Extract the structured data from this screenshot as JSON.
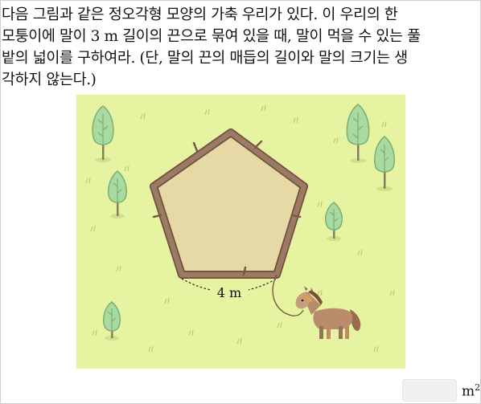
{
  "question": {
    "lines": [
      "다음 그림과 같은 정오각형 모양의 가축 우리가 있다. 이 우리의 한",
      "모퉁이에 말이 3 m 길이의 끈으로 묶여 있을 때, 말이 먹을 수 있는 풀",
      "밭의 넓이를 구하여라. (단, 말의 끈의 매듭의 길이와 말의 크기는 생",
      "각하지 않는다.)"
    ]
  },
  "figure": {
    "side_label": "4 m",
    "colors": {
      "grass": "#e6f3a1",
      "pen_fill": "#e7d9a6",
      "log": "#8c6a55",
      "tree": "#a9dba0",
      "horse": "#b98c6c"
    }
  },
  "answer": {
    "value": "",
    "unit": "m",
    "unit_exponent": "2"
  }
}
